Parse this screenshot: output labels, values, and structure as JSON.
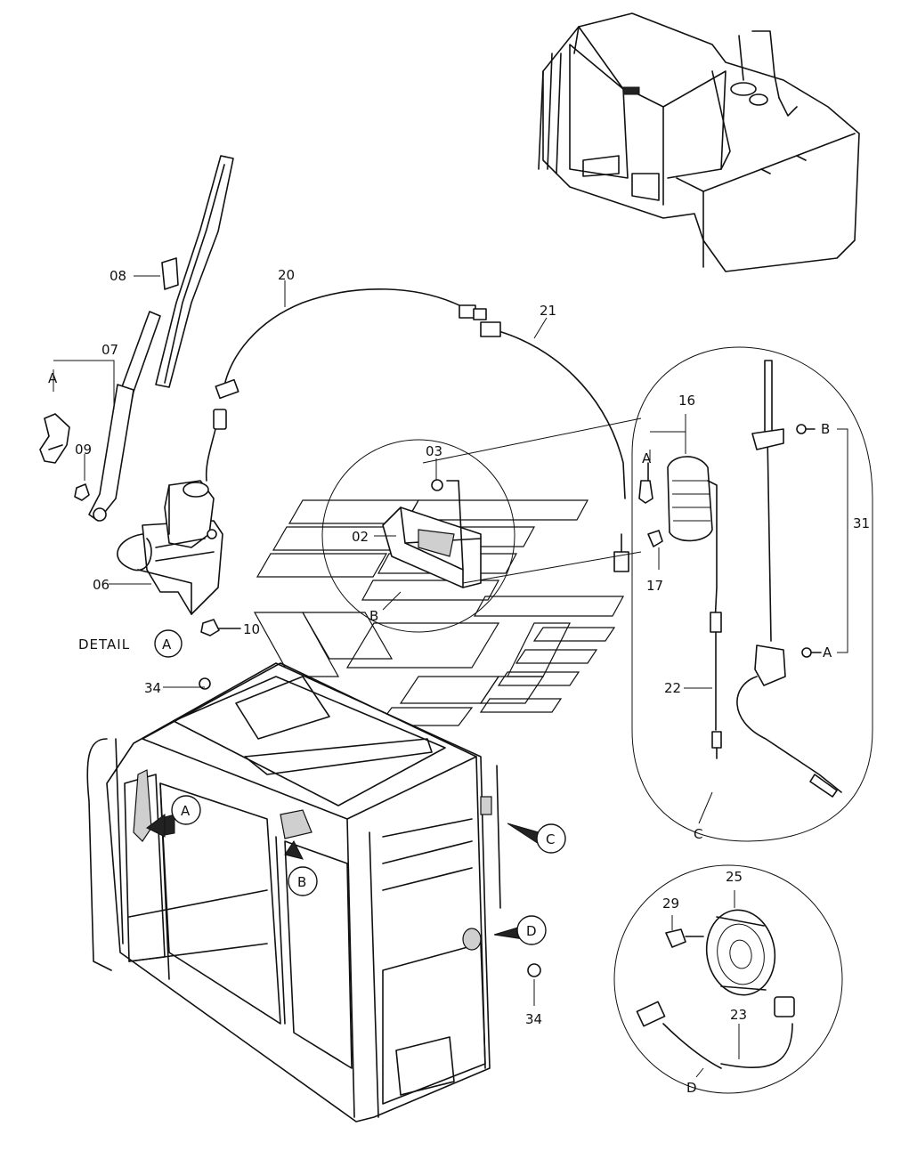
{
  "labels": {
    "p02": "02",
    "p03": "03",
    "p06": "06",
    "p07": "07",
    "p08": "08",
    "p09": "09",
    "p10": "10",
    "p16": "16",
    "p17": "17",
    "p20": "20",
    "p21": "21",
    "p22": "22",
    "p23": "23",
    "p25": "25",
    "p29": "29",
    "p31": "31",
    "p34a": "34",
    "p34b": "34"
  },
  "detail_text": "DETAIL",
  "letters": {
    "a": "A",
    "b": "B",
    "c": "C",
    "d": "D"
  }
}
